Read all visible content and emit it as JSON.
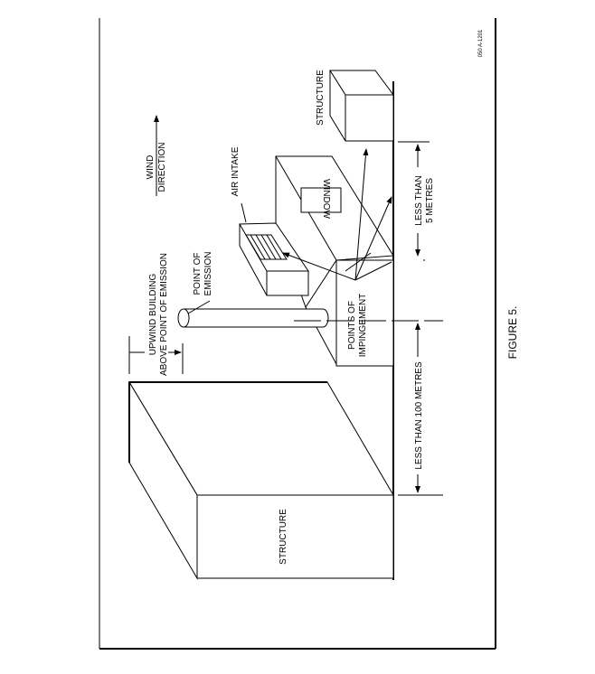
{
  "figure": {
    "caption": "FIGURE 5.",
    "reference_code": "050 A-1201",
    "labels": {
      "structure_right": "STRUCTURE",
      "structure_left": "STRUCTURE",
      "wind_line1": "WIND",
      "wind_line2": "DIRECTION",
      "air_intake": "AIR INTAKE",
      "window": "WINDOW",
      "point_emission_line1": "POINT OF",
      "point_emission_line2": "EMISSION",
      "upwind_line1": "UPWIND BUILDING",
      "upwind_line2": "ABOVE POINT OF EMISSION",
      "impingement_line1": "POINTS OF",
      "impingement_line2": "IMPINGEMENT",
      "dist5_line1": "LESS THAN",
      "dist5_line2": "5 METRES",
      "dist100": "LESS THAN 100 METRES"
    }
  }
}
